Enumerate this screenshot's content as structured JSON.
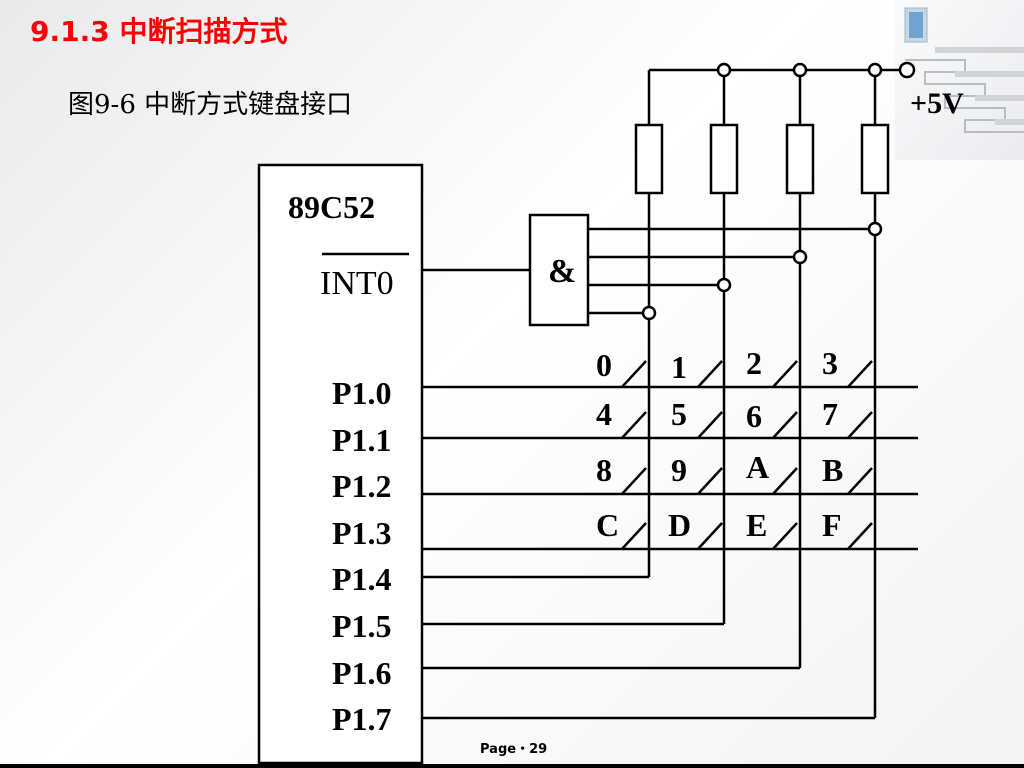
{
  "slide": {
    "title": "9.1.3  中断扫描方式",
    "caption": "图9-6  中断方式键盘接口",
    "footer": "Page・29"
  },
  "diagram": {
    "chip_name": "89C52",
    "interrupt_pin": "INT0",
    "gate_symbol": "&",
    "supply_label": "+5V",
    "pins": [
      "P1.0",
      "P1.1",
      "P1.2",
      "P1.3",
      "P1.4",
      "P1.5",
      "P1.6",
      "P1.7"
    ],
    "keys": [
      [
        "0",
        "1",
        "2",
        "3"
      ],
      [
        "4",
        "5",
        "6",
        "7"
      ],
      [
        "8",
        "9",
        "A",
        "B"
      ],
      [
        "C",
        "D",
        "E",
        "F"
      ]
    ]
  }
}
